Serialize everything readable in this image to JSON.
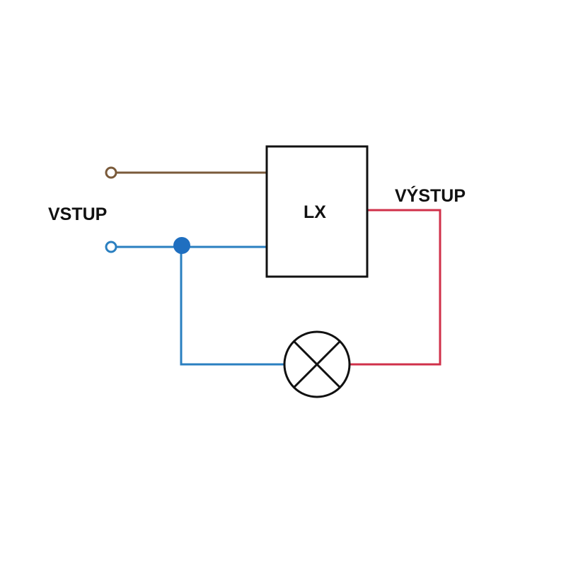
{
  "diagram": {
    "input_label": "VSTUP",
    "output_label": "VÝSTUP",
    "module_label": "LX",
    "lamp": "lamp-symbol",
    "colors": {
      "background": "#ffffff",
      "live_wire": "#7a5a3a",
      "neutral_wire": "#2a7fc0",
      "junction": "#1f6fc0",
      "output_wire": "#d0304a",
      "outline": "#111111"
    }
  }
}
